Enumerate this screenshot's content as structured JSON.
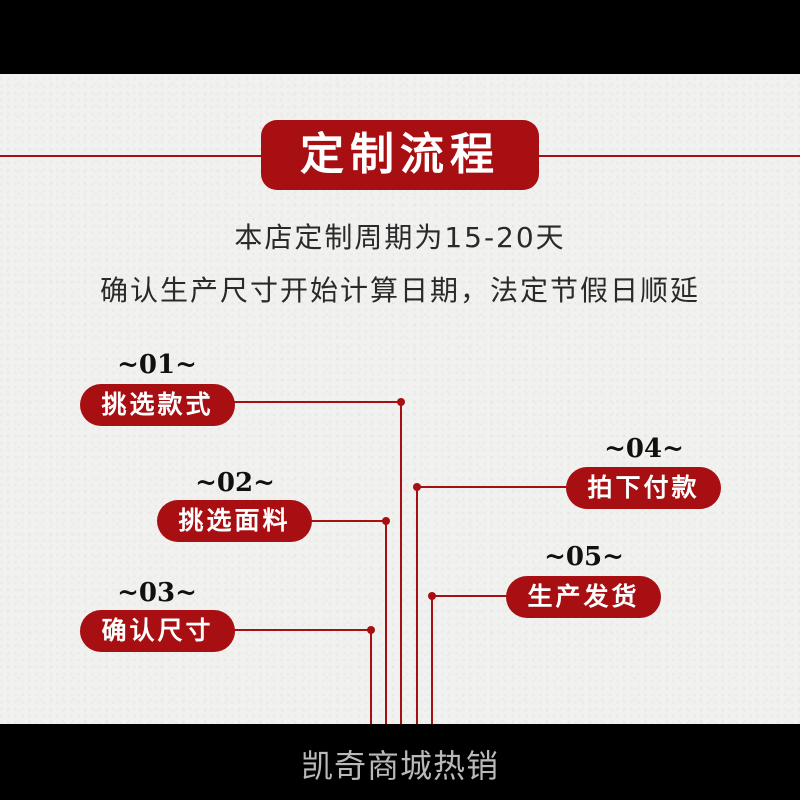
{
  "title": "定制流程",
  "intro": {
    "line1": "本店定制周期为15-20天",
    "line2": "确认生产尺寸开始计算日期，法定节假日顺延"
  },
  "steps": [
    {
      "num": "~01~",
      "label": "挑选款式"
    },
    {
      "num": "~02~",
      "label": "挑选面料"
    },
    {
      "num": "~03~",
      "label": "确认尺寸"
    },
    {
      "num": "~04~",
      "label": "拍下付款"
    },
    {
      "num": "~05~",
      "label": "生产发货"
    }
  ],
  "footer": "凯奇商城热销",
  "colors": {
    "accent": "#a80f12",
    "bar": "#000000",
    "footer_text": "#b9b9b9"
  }
}
